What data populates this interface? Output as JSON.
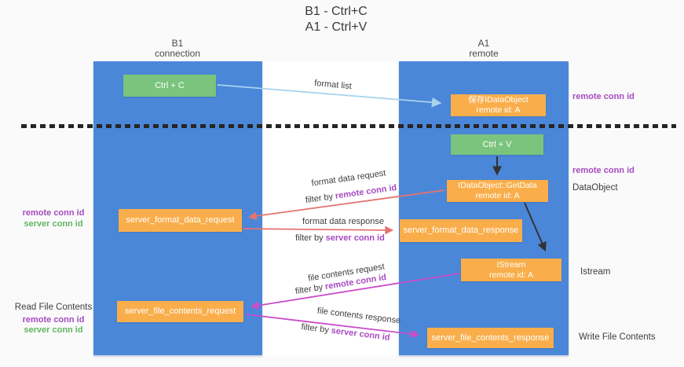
{
  "title": {
    "line1": "B1 - Ctrl+C",
    "line2": "A1 - Ctrl+V"
  },
  "columns": {
    "b1": {
      "name": "B1",
      "role": "connection"
    },
    "a1": {
      "name": "A1",
      "role": "remote"
    }
  },
  "boxes": {
    "ctrl_c": {
      "label": "Ctrl + C"
    },
    "ctrl_v": {
      "label": "Ctrl + V"
    },
    "save_idataobject": {
      "line1": "保存IDataObject",
      "line2": "remote id: A"
    },
    "idataobject_getdata": {
      "line1": "IDataObject::GetData",
      "line2": "remote id: A"
    },
    "istream": {
      "line1": "IStream",
      "line2": "remote id: A"
    },
    "server_format_data_request": {
      "label": "server_format_data_request"
    },
    "server_format_data_response": {
      "label": "server_format_data_response"
    },
    "server_file_contents_request": {
      "label": "server_file_contents_request"
    },
    "server_file_contents_response": {
      "label": "server_file_contents_response"
    }
  },
  "arrow_labels": {
    "format_list": "format list",
    "format_data_request": "format data request",
    "format_data_request_filter": {
      "prefix": "filter by",
      "id": "remote conn id"
    },
    "format_data_response": "format data response",
    "format_data_response_filter": {
      "prefix": "filter by",
      "id": "server conn id"
    },
    "file_contents_request": "file contents request",
    "file_contents_request_filter": {
      "prefix": "filter by",
      "id": "remote conn id"
    },
    "file_contents_response": "file contents response",
    "file_contents_response_filter": {
      "prefix": "filter by",
      "id": "server conn id"
    }
  },
  "side_labels": {
    "right_top_remote_conn_id": "remote conn id",
    "right_mid_remote_conn_id": "remote conn id",
    "dataobject": "DataObject",
    "istream": "Istream",
    "write_file_contents": "Write File Contents",
    "left_remote_conn_id": "remote conn id",
    "left_server_conn_id": "server conn id",
    "read_file_contents": "Read File Contents",
    "left_remote_conn_id_2": "remote conn id",
    "left_server_conn_id_2": "server conn id"
  },
  "colors": {
    "lane_blue": "#4b87d8",
    "box_orange": "#f9ae4b",
    "box_green": "#7ac47d",
    "purple_text": "#a64ac0",
    "green_text": "#62b562",
    "salmon_arrow": "#e4736f",
    "magenta_arrow": "#c94ec9",
    "light_blue_arrow": "#a8d3ef",
    "dark_arrow": "#333333"
  }
}
